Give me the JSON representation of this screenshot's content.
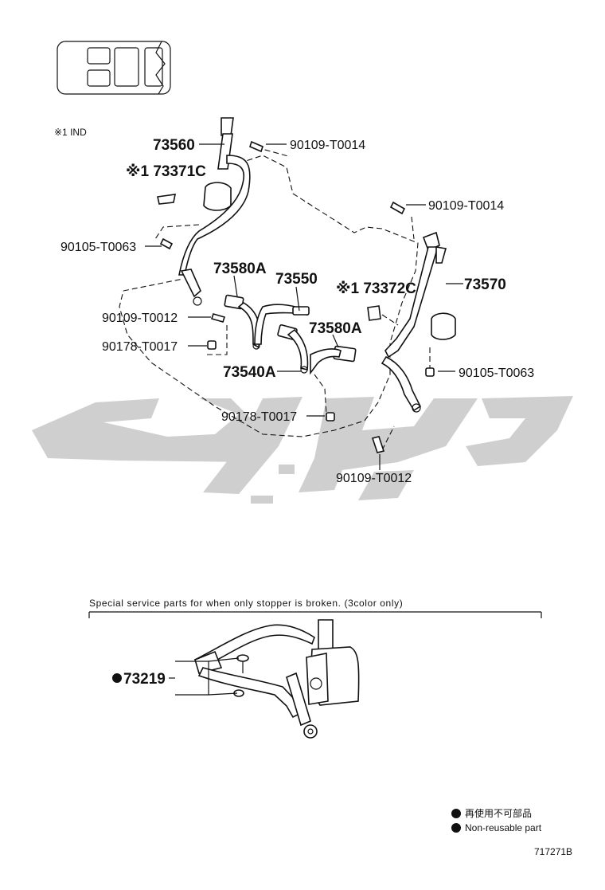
{
  "header": {
    "inset_icon": "seat-layout-icon"
  },
  "note_ind": "※1 IND",
  "parts": {
    "p73560": "73560",
    "p73371c": "※1 73371C",
    "p73580a_1": "73580A",
    "p73550": "73550",
    "p73372c": "※1 73372C",
    "p73570": "73570",
    "p73580a_2": "73580A",
    "p73540a": "73540A",
    "p73219": "73219",
    "bolt_90109_t0014_a": "90109-T0014",
    "bolt_90109_t0014_b": "90109-T0014",
    "bolt_90105_t0063_a": "90105-T0063",
    "bolt_90105_t0063_b": "90105-T0063",
    "bolt_90109_t0012_a": "90109-T0012",
    "bolt_90109_t0012_b": "90109-T0012",
    "nut_90178_t0017_a": "90178-T0017",
    "nut_90178_t0017_b": "90178-T0017"
  },
  "special_note": "Special service parts for when only stopper is broken. (3color only)",
  "legend": {
    "jp": "再使用不可部品",
    "en": "Non-reusable part",
    "marker_color": "#111111"
  },
  "figure_id": "717271B",
  "watermark_color": "#cfcfcf"
}
